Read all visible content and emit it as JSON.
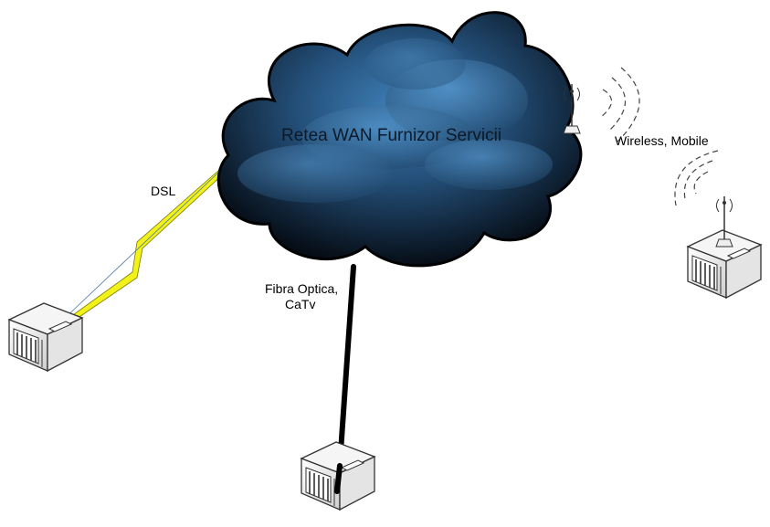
{
  "cloud": {
    "title": "Retea WAN Furnizor Servicii"
  },
  "links": {
    "dsl": {
      "label": "DSL"
    },
    "fiber": {
      "label_line1": "Fibra Optica,",
      "label_line2": "CaTv"
    },
    "wireless": {
      "label": "Wireless, Mobile"
    }
  },
  "colors": {
    "cloud_dark": "#0a1420",
    "cloud_light": "#3d7db5",
    "lightning": "#f2f21a",
    "fiber_line": "#000000",
    "device_body": "#f2f2f2"
  },
  "icons": {
    "cloud": "wan-cloud-icon",
    "lightning": "lightning-bolt-icon",
    "device": "server-box-icon",
    "antenna": "radio-antenna-icon",
    "waves": "radio-waves-icon"
  }
}
